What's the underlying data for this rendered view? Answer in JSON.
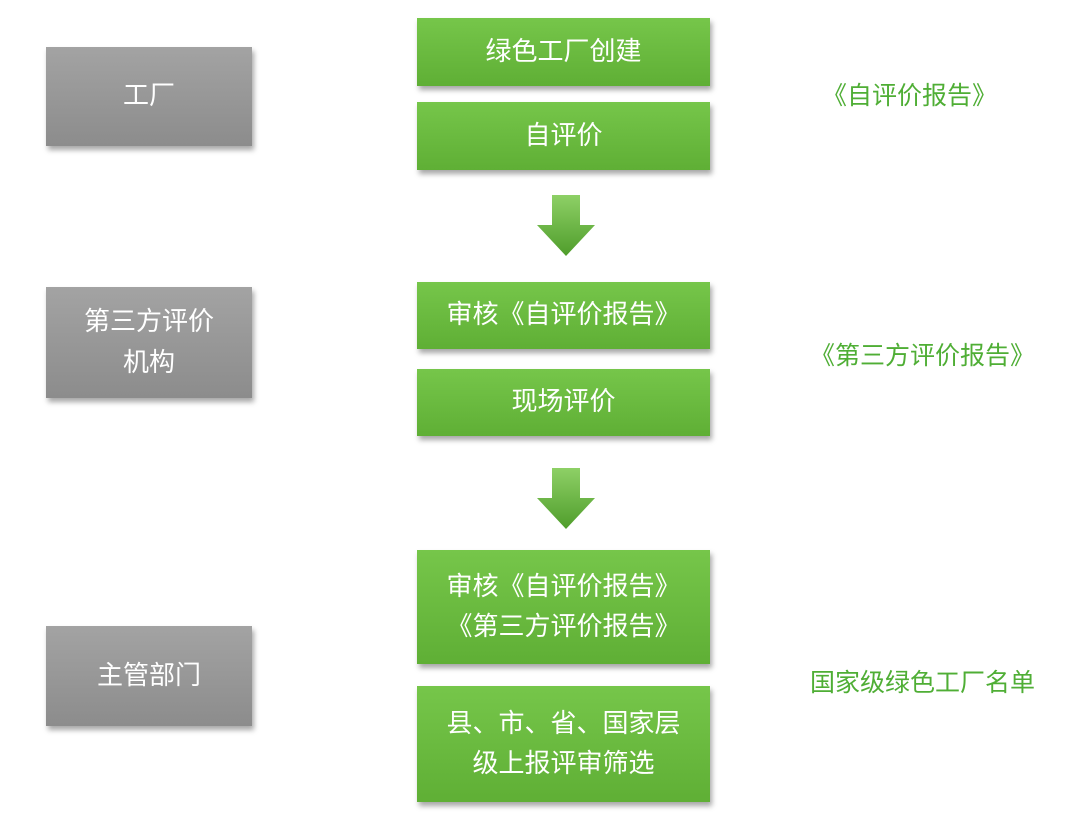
{
  "roles": [
    {
      "label": "工厂"
    },
    {
      "label": "第三方评价\n机构"
    },
    {
      "label": "主管部门"
    }
  ],
  "steps": [
    {
      "label": "绿色工厂创建"
    },
    {
      "label": "自评价"
    },
    {
      "label": "审核《自评价报告》"
    },
    {
      "label": "现场评价"
    },
    {
      "label": "审核《自评价报告》\n《第三方评价报告》"
    },
    {
      "label": "县、市、省、国家层\n级上报评审筛选"
    }
  ],
  "outputs": [
    {
      "label": "《自评价报告》"
    },
    {
      "label": "《第三方评价报告》"
    },
    {
      "label": "国家级绿色工厂名单"
    }
  ],
  "colors": {
    "role_box": "#999999",
    "step_box": "#6bbd3f",
    "output_text": "#4fae35",
    "arrow": "#5faf35"
  }
}
